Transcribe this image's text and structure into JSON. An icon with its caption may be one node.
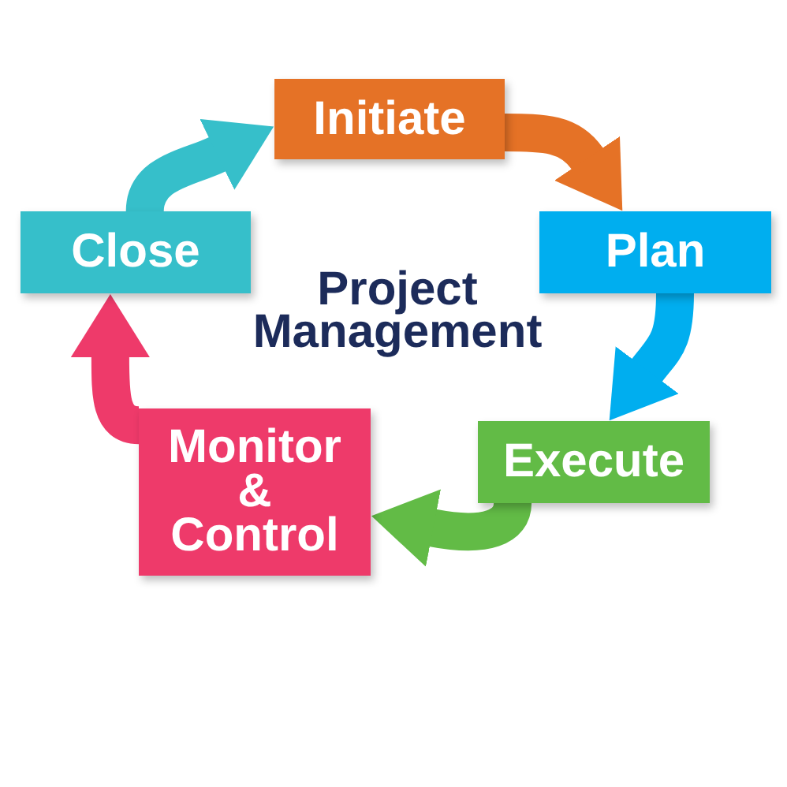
{
  "diagram": {
    "title": "Project Management",
    "nodes": [
      {
        "text": [
          "Initiate"
        ]
      },
      {
        "text": [
          "Close"
        ]
      },
      {
        "text": [
          "Plan"
        ]
      },
      {
        "text": [
          "Monitor & Control"
        ]
      },
      {
        "text": [
          "Execute"
        ]
      }
    ],
    "edges": [
      {
        "from": 0,
        "to": 2,
        "arrow": "to",
        "color": "#e57226"
      },
      {
        "from": 2,
        "to": 4,
        "arrow": "to",
        "color": "#00aeef"
      },
      {
        "from": 4,
        "to": 3,
        "arrow": "to",
        "color": "#62bb46"
      },
      {
        "from": 3,
        "to": 1,
        "arrow": "to",
        "color": "#ee3a6a"
      },
      {
        "from": 1,
        "to": 0,
        "arrow": "to",
        "color": "#36bfca"
      }
    ]
  }
}
